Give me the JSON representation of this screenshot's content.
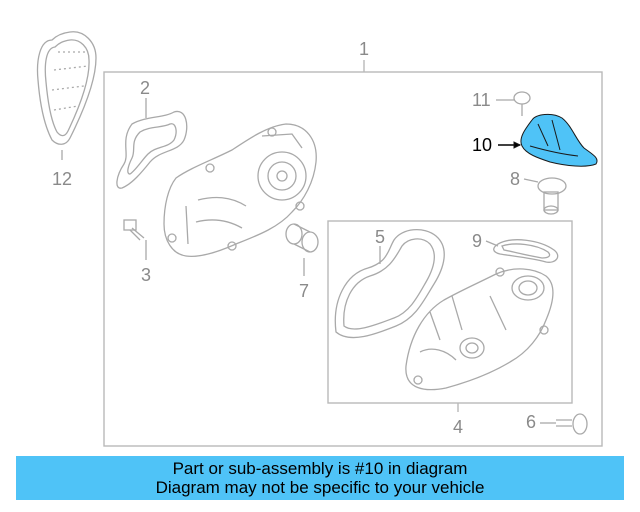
{
  "callouts": {
    "c1": "1",
    "c2": "2",
    "c3": "3",
    "c4": "4",
    "c5": "5",
    "c6": "6",
    "c7": "7",
    "c8": "8",
    "c9": "9",
    "c10": "10",
    "c11": "11",
    "c12": "12"
  },
  "highlight": {
    "part": "10",
    "color": "#4fc3f7"
  },
  "banner": {
    "line1": "Part or sub-assembly is #10 in diagram",
    "line2": "Diagram may not be specific to your vehicle",
    "color": "#4fc3f7"
  }
}
